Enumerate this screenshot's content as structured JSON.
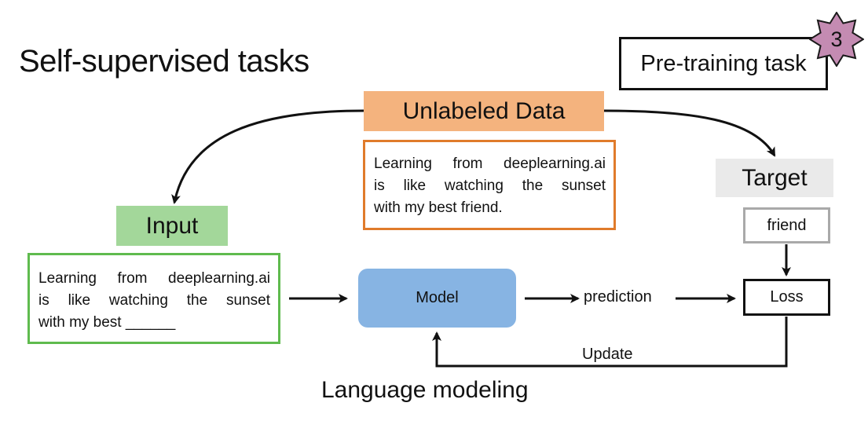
{
  "slide": {
    "title": "Self-supervised tasks",
    "task_label": "Pre-training task",
    "badge_number": "3",
    "caption": "Language modeling"
  },
  "diagram": {
    "unlabeled_data": {
      "label": "Unlabeled Data",
      "text_lines": [
        "Learning from deeplearning.ai",
        "is like watching the sunset",
        "with my best friend."
      ]
    },
    "input": {
      "label": "Input",
      "text_lines": [
        "Learning from deeplearning.ai",
        "is like watching the sunset",
        "with my best ______"
      ]
    },
    "target": {
      "label": "Target",
      "value": "friend"
    },
    "model": "Model",
    "prediction": "prediction",
    "loss": "Loss",
    "update": "Update"
  },
  "colors": {
    "unlabeled_fill": "#f4b37e",
    "unlabeled_border": "#e07b2b",
    "input_fill": "#a3d79a",
    "input_border": "#5fbb4e",
    "target_fill": "#eaeaea",
    "friend_border": "#a9a9a9",
    "model_fill": "#87b4e3",
    "badge_fill": "#c48bb2"
  }
}
